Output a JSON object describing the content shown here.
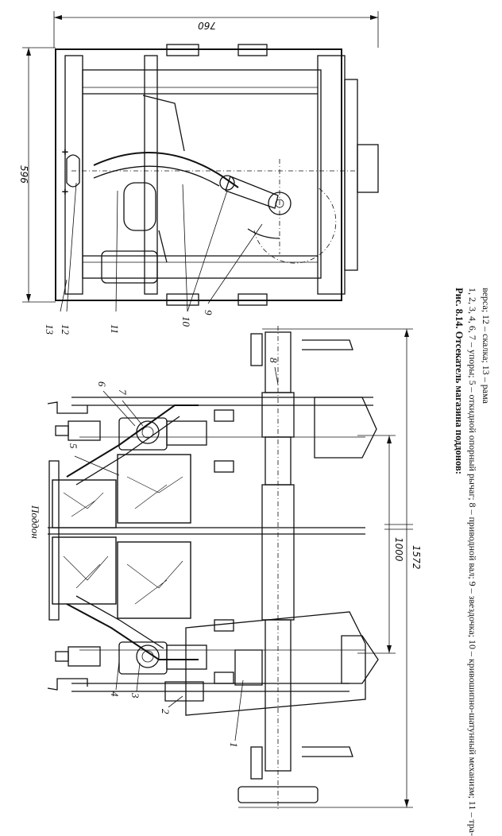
{
  "figure": {
    "caption_title": "Рис. 8.14. Отсекатель магазина поддонов:",
    "caption_line1": "1, 2, 3, 4, 6, 7 – упоры; 5 – откидной опорный рычаг; 8 – приводной вал; 9 – звездочка; 10 – кривошипно-шатунный механизм; 11 – тра-",
    "caption_line2": "верса; 12 – скалка; 13 – рама"
  },
  "left_view": {
    "labels": [
      "1",
      "2",
      "3",
      "4",
      "5",
      "6",
      "7",
      "8"
    ],
    "pallet_label": "Поддон",
    "dim_1000": "1000",
    "dim_1572": "1572"
  },
  "right_view": {
    "labels": [
      "9",
      "10",
      "11",
      "12",
      "13"
    ],
    "dim_596": "596",
    "dim_760": "760"
  }
}
